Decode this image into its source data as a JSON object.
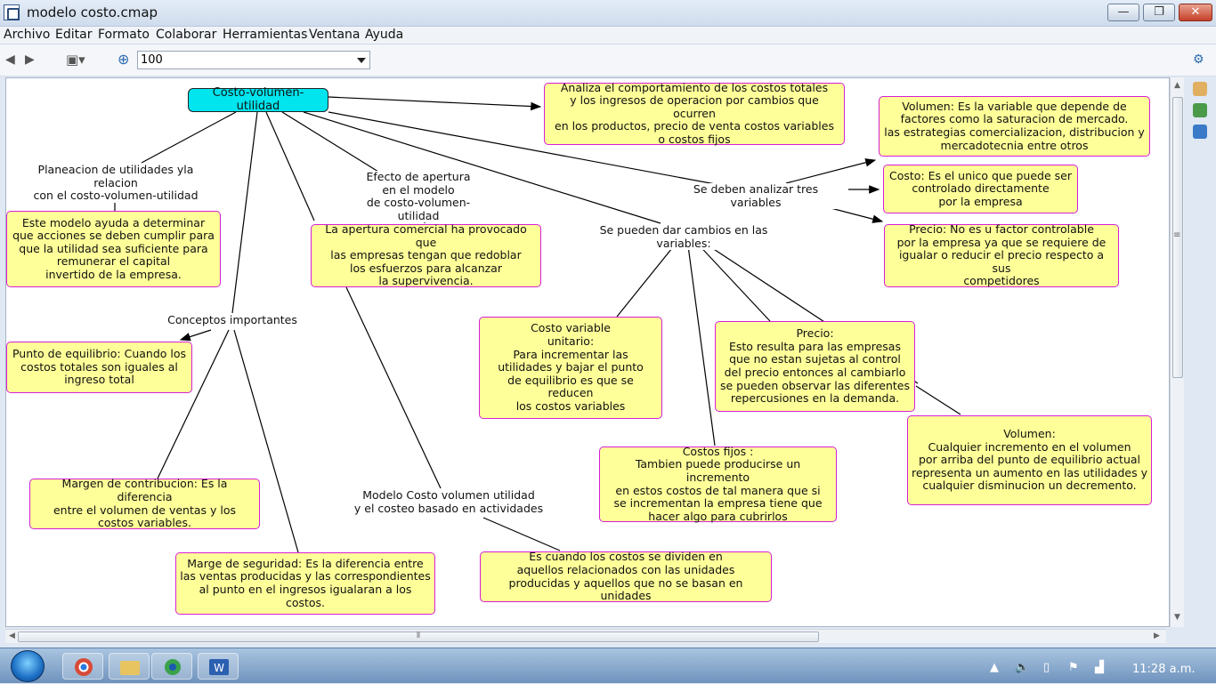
{
  "window": {
    "title": "modelo costo.cmap",
    "min": "—",
    "max": "❐",
    "close": "✕"
  },
  "menu": [
    "Archivo",
    "Editar",
    "Formato",
    "Colaborar",
    "Herramientas",
    "Ventana",
    "Ayuda"
  ],
  "toolbar": {
    "zoom_value": "100"
  },
  "map": {
    "root": "Costo-volumen-utilidad",
    "phrases": {
      "planeacion": "Planeacion de utilidades yla relacion\ncon el costo-volumen-utilidad",
      "efecto": "Efecto de apertura\nen el modelo\nde costo-volumen-utilidad",
      "cambios": "Se pueden dar cambios en las variables:",
      "analizar": "Se deben analizar tres variables",
      "conceptos": "Conceptos importantes",
      "modelo": "Modelo Costo volumen utilidad\ny el costeo basado en actividades"
    },
    "nodes": {
      "analiza": "Analiza el comportamiento de los costos totales\ny los ingresos de operacion por cambios que ocurren\nen los productos, precio de venta costos variables\no costos fijos",
      "volumen_var": "Volumen: Es la variable que depende de\nfactores como la saturacion de mercado.\nlas estrategias comercializacion, distribucion y\nmercadotecnia entre otros",
      "costo_var": "Costo: Es el unico que puede ser\ncontrolado directamente\npor la empresa",
      "precio_var": "Precio: No es u factor controlable\npor la empresa ya que se requiere de\nigualar o reducir el precio respecto a sus\ncompetidores",
      "modelo_ayuda": "Este modelo ayuda a determinar\nque acciones se deben cumplir para\nque la utilidad sea suficiente para\nremunerar el capital\ninvertido de la empresa.",
      "apertura": "La apertura comercial ha provocado que\nlas empresas tengan que redoblar\nlos esfuerzos para alcanzar\nla supervivencia.",
      "equilibrio": "Punto de equilibrio: Cuando los\ncostos totales son iguales al\ningreso total",
      "costo_variable": "Costo variable\nunitario:\nPara incrementar las\nutilidades y bajar el punto\nde equilibrio es que se reducen\nlos costos variables",
      "precio": "Precio:\nEsto resulta para las empresas\nque no estan sujetas al control\ndel precio entonces al cambiarlo\nse pueden observar las diferentes\nrepercusiones en la demanda.",
      "volumen": "Volumen:\nCualquier incremento en el volumen\npor arriba del punto de equilibrio actual\nrepresenta un aumento en las utilidades y\ncualquier disminucion un decremento.",
      "costos_fijos": "Costos fijos :\nTambien puede producirse un incremento\nen estos costos de tal manera que si\nse incrementan la empresa tiene que\nhacer algo para cubrirlos",
      "margen_contrib": "Margen de contribucion: Es la diferencia\nentre el volumen de ventas y los\ncostos variables.",
      "margen_seguridad": "Marge de seguridad: Es la diferencia entre\nlas ventas producidas y las correspondientes\nal punto en el ingresos igualaran a los\ncostos.",
      "abc": "Es cuando los costos se dividen en\naquellos relacionados con las unidades\nproducidas y aquellos que no se basan en unidades"
    }
  },
  "taskbar": {
    "clock": "11:28 a.m."
  }
}
